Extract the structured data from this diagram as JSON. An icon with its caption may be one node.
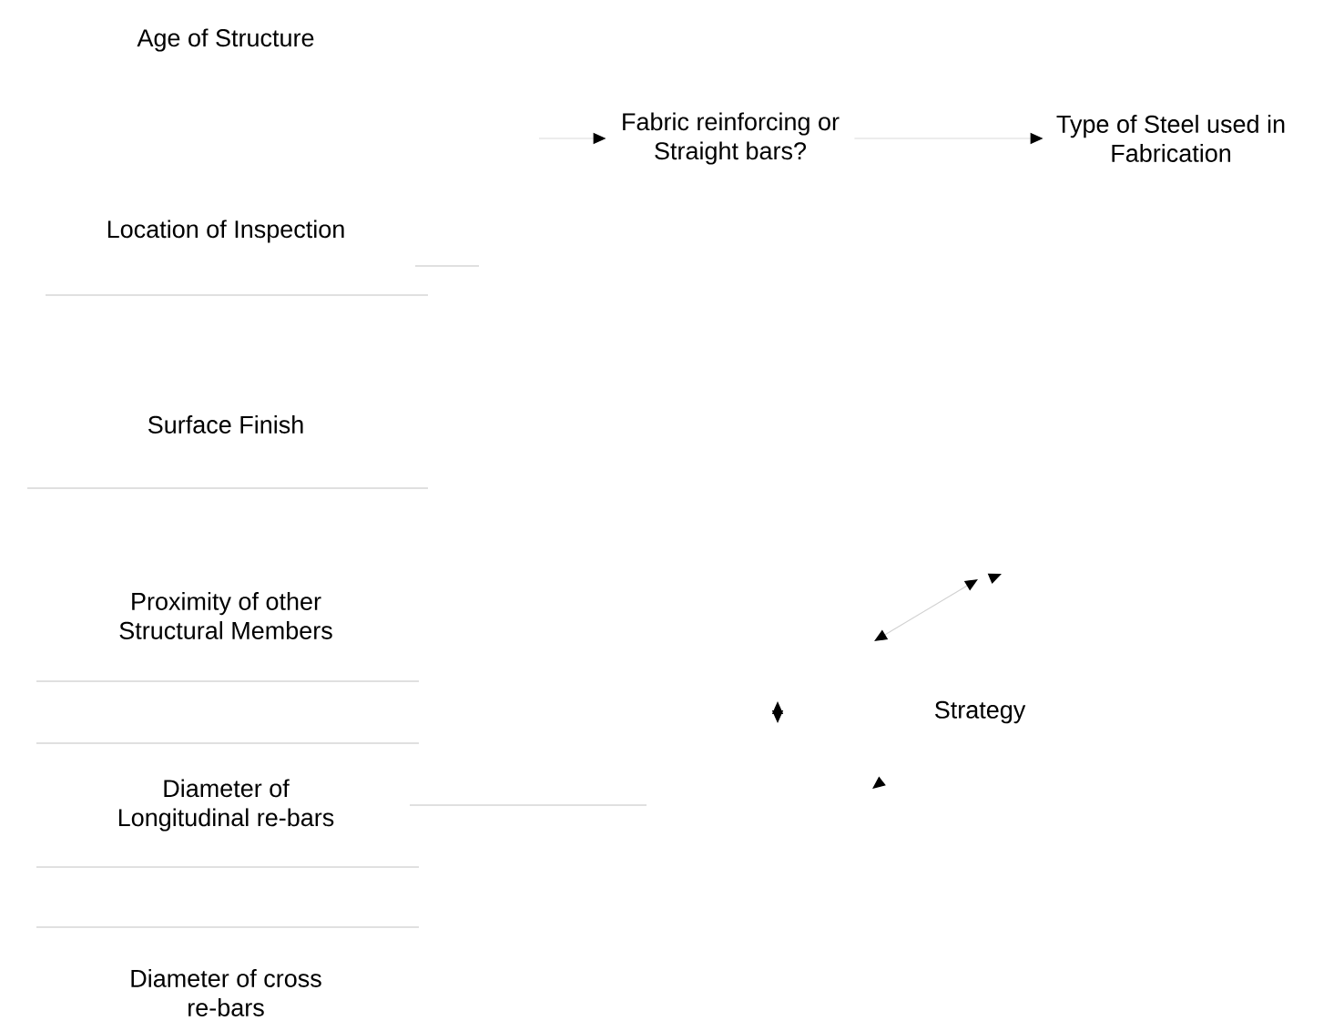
{
  "diagram": {
    "nodes": [
      {
        "text": [
          "Age of Structure"
        ]
      },
      {
        "text": [
          "Location of Inspection"
        ]
      },
      {
        "text": [
          "Surface Finish"
        ]
      },
      {
        "text": [
          "Proximity of other Structural Members"
        ]
      },
      {
        "text": [
          "Diameter of Longitudinal re-bars"
        ]
      },
      {
        "text": [
          "Diameter of cross re-bars"
        ]
      },
      {
        "text": [
          "Fabric reinforcing or Straight bars?"
        ]
      },
      {
        "text": [
          "Type of Steel used in Fabrication"
        ]
      },
      {
        "text": [
          "Strategy"
        ]
      }
    ],
    "edges": [
      {
        "from": null,
        "to": 6,
        "arrow": "to"
      },
      {
        "from": 6,
        "to": 7,
        "arrow": "to"
      }
    ]
  }
}
